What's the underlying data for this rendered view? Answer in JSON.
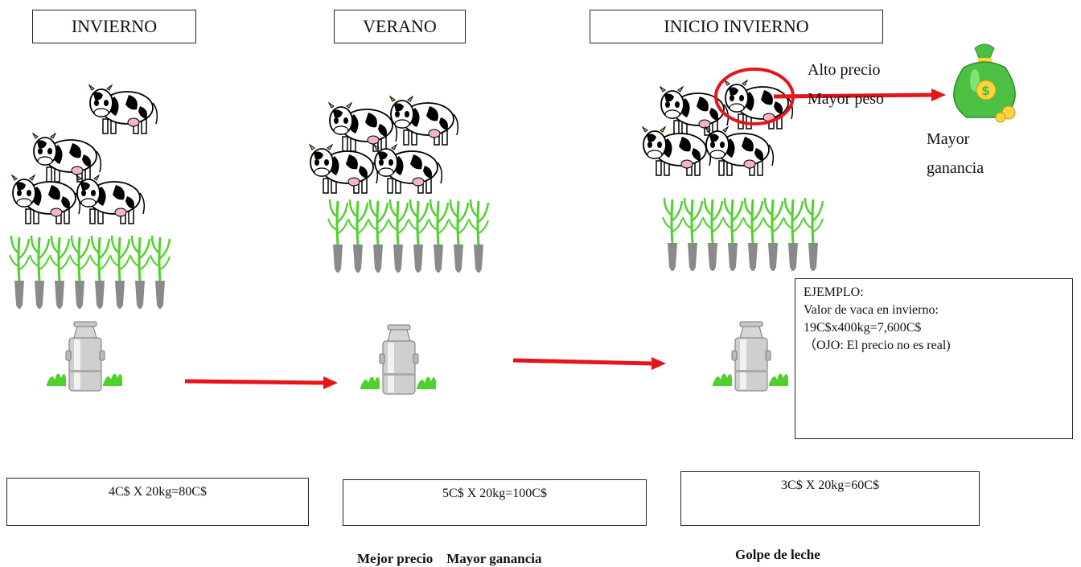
{
  "seasons": {
    "winter": "INVIERNO",
    "summer": "VERANO",
    "early_winter": "INICIO INVIERNO"
  },
  "calculations": {
    "winter": "4C$ X 20kg=80C$",
    "summer": "5C$ X 20kg=100C$",
    "early_winter": "3C$ X 20kg=60C$"
  },
  "labels": {
    "summer_benefit": "Mejor precio　Mayor ganancia",
    "early_winter_effect": "Golpe de leche",
    "high_price": "Alto precio",
    "more_weight": "Mayor peso",
    "more_profit_line1": "Mayor",
    "more_profit_line2": "ganancia"
  },
  "example": {
    "title": "EJEMPLO:",
    "line1": "Valor de vaca en invierno:",
    "line2": "19C$x400kg=7,600C$",
    "line3": "（OJO: El precio no es real)"
  },
  "colors": {
    "arrow": "#e8141b",
    "grass": "#4fd12c",
    "money_bag": "#4cc043",
    "highlight_circle": "#e8141b"
  },
  "icons": [
    "cow-icon",
    "grass-icon",
    "milk-can-icon",
    "money-bag-icon",
    "arrow-icon"
  ]
}
